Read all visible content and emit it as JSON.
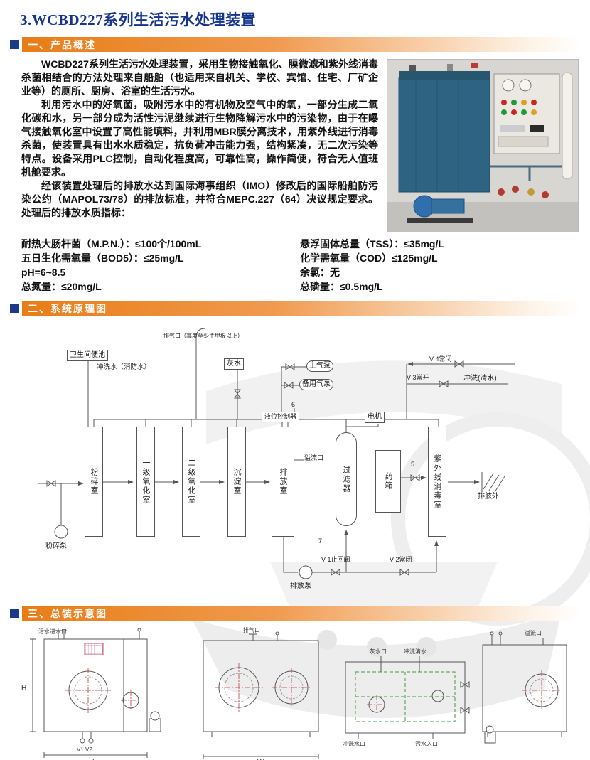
{
  "page": {
    "title": "3.WCBD227系列生活污水处理装置"
  },
  "colors": {
    "title_blue": "#15358c",
    "section_bar_orange": "#e87d17",
    "section_marker_blue": "#1c3a8a"
  },
  "section1": {
    "header": "一、产品概述",
    "paragraphs": [
      "WCBD227系列生活污水处理装置，采用生物接触氧化、膜微滤和紫外线消毒杀菌相结合的方法处理来自船舶（也适用来自机关、学校、宾馆、住宅、厂矿企业等）的厕所、厨房、浴室的生活污水。",
      "利用污水中的好氧菌，吸附污水中的有机物及空气中的氧，一部分生成二氧化碳和水，另一部分成为活性污泥继续进行生物降解污水中的污染物，由于在曝气接触氧化室中设置了高性能填料，并利用MBR膜分离技术，用紫外线进行消毒杀菌，使装置具有出水水质稳定，抗负荷冲击能力强，结构紧凑，无二次污染等特点。设备采用PLC控制，自动化程度高，可靠性高，操作简便，符合无人值班机舱要求。",
      "经该装置处理后的排放水达到国际海事组织（IMO）修改后的国际船舶防污染公约（MAPOL73/78）的排放标准，并符合MEPC.227（64）决议规定要求。处理后的排放水质指标："
    ],
    "specs_left": [
      "耐热大肠杆菌（M.P.N.）：≤100个/100mL",
      "五日生化需氧量（BOD5）：≤25mg/L",
      "pH=6~8.5",
      "总氮量：≤20mg/L"
    ],
    "specs_right": [
      "悬浮固体总量（TSS）：≤35mg/L",
      "化学需氧量（COD）≤125mg/L",
      "余氯：无",
      "总磷量：≤0.5mg/L"
    ]
  },
  "section2": {
    "header": "二、系统原理图",
    "diagram": {
      "vent": "排气口（高度至少主甲板以上）",
      "toilet": "卫生间便池",
      "flush_water": "冲洗水（消防水）",
      "gray_water": "灰水",
      "main_air_pump": "主气泵",
      "backup_air_pump": "备用气泵",
      "v4": "V 4常闭",
      "v3": "V 3常开",
      "rinse": "冲洗(清水)",
      "level_controller": "液位控制器",
      "motor": "电机",
      "chambers": {
        "crush": "粉碎室",
        "ox1": "一级氧化室",
        "ox2": "二级氧化室",
        "sediment": "沉淀室",
        "discharge": "排放室",
        "filter": "过滤器",
        "medicine": "药箱",
        "uv": "紫外线消毒室"
      },
      "overflow": "溢流口",
      "overboard": "排舷外",
      "crush_pump": "粉碎泵",
      "discharge_pump": "排放泵",
      "v1": "V 1止回阀",
      "v2": "V 2常闭",
      "num5": "5",
      "num6": "6",
      "num7": "7"
    }
  },
  "section3": {
    "header": "三、总装示意图",
    "labels": {
      "dim_h": "H",
      "dim_l": "L",
      "dim_w": "W",
      "sewage_inlet_pipe": "污水进水口",
      "v1v2": "V1 V2",
      "vent": "排气口",
      "gray_port": "灰水口",
      "rinse_clean_water": "冲洗清水",
      "rinse_port": "冲洗水口",
      "sewage_inlet": "污水入口",
      "overflow": "溢流口"
    }
  }
}
